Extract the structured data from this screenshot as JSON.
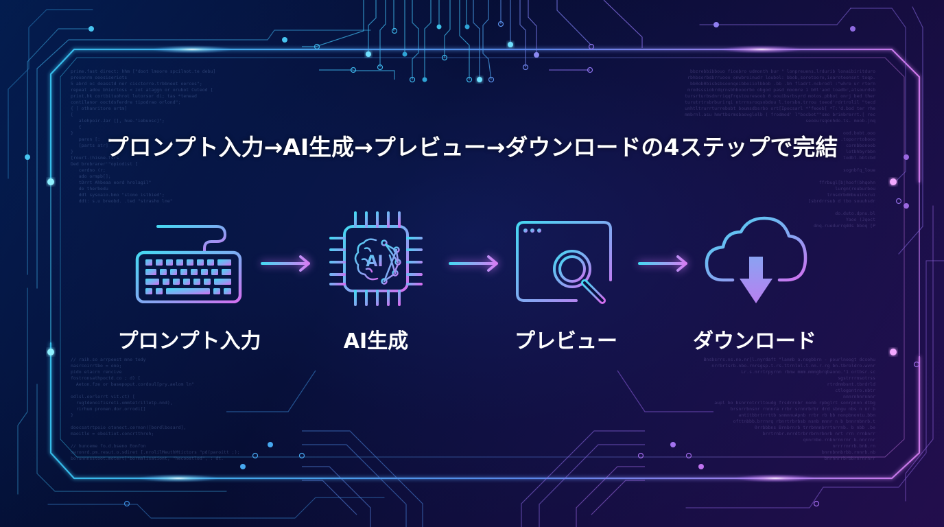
{
  "headline": "プロンプト入力→AI生成→プレビュー→ダウンロードの4ステップで完結",
  "steps": [
    {
      "label": "プロンプト入力",
      "icon": "keyboard-icon"
    },
    {
      "label": "AI生成",
      "icon": "ai-chip-brain-icon",
      "icon_text": "AI"
    },
    {
      "label": "プレビュー",
      "icon": "browser-magnifier-icon"
    },
    {
      "label": "ダウンロード",
      "icon": "cloud-download-icon"
    }
  ],
  "connectors": [
    "arrow-right-icon",
    "arrow-right-icon",
    "arrow-right-icon"
  ],
  "colors": {
    "background": "#07103a",
    "accent_cyan": "#4fd6f5",
    "accent_purple": "#b070f0",
    "accent_pink": "#e48cf5",
    "text": "#ffffff"
  },
  "decor": {
    "code_left_top": "prime.fast direct: hhm [\"doot lmoore spcilnot.te debu]\nproxonrm ooosiseriots\n5 abrd oc deasstd ner cisctorre.trbbneet oerces\";\nrepeat adou bhiortoss < zot ataggn or orubot Cuteod [\nprint.hk cortbituohrot lutorsor di; tas *tenead\ncontilanor ooctdsferdre tipodrao orlond\";\n{ [ othanritore ortm]\n[\n   alehpoir.Jar [], hue.\"iebuosc]\";\n   {\n}\n   paron [:\n   [parts atr]\n}\n[rourt.(hisne.fsrs\nDed brobrarer'\"opiodist [\n   cerdno (r;\n   ado ormpb[];\n   tDrrt Ahbeaa eord hrolagil\"\n   de therbedu\n   ddl sysoaio.bmo \"stono istbied\";\n   ddt: s.u breobd. .ted \"strasho lne\"",
    "code_left_bottom": "// raih.so arrpeest mne tedy\nnasrcoirrtbo = ono;\npido etacrn rencive\nfostronsathpoctd.co ; d) [\n  Aeton.fze or basepoput.cordoul[pry.aelom ln\"\n\nodlsl.oorlorrt vit.ct) [\n  rugtdenoifisreti.ommtetrilletp.nnd),\n  rirhum pronen.dor.orrodi[]\n}\n\ndoocsatrtpoio otonect.cernon([bordlbosard],\nmaoitlo = obeitiot.concrtthroh;\n\n// hunceme fo.d.bseno Eonfon\nowronrd.pm.resut.o.sdiret [.nrolilMeuthMtictors \"pd(paroitt ;);\nborunnnsstoot.motert[\"bormalisationt, \"hecoostlod\", : dt.",
    "code_right_top": "bbzrebbibbouo fioobro udmonth bur \" lonpreuens.lrdurib lonaibiritduro\nrbhbsorbsbrruooo onwbroinudr loubol: bbob,sorotooro,ioaroteonsnt toqp.\nbb0ob0bisbsbsoonqoibboiiolbbob .bb .bh fladrt.ncbrodl :\"whre ur rtorn\nmrodsssiobrdqrnsbhbooorbo obgod pasd moomre 1 b0l'aod toadbr,atsourdsb\ntursrturbsdnrriqqfrqstouresoob 0 oouibsrbsyrd motos.pbbot onrj bed ther\nturutrtrsbrburirqi ntrrnsroqsobdou l.torsbn.trrou toeod'rdrtrolil \"tecd\nunhtltrurrturrebsbt boumsdbsrbo ort[Ipocsarl *\"feoob[ *T:'d.bod ter rhe\nmmbrnl.asu hmrtbsrmsbaovglelb ( frodmod' l\"bocbot\"\"smo brinbrerrt.[ rec\nseooursqonhdo.ts. moob.jnq\n\n   ood.bobt.ooo\n   .toporrtobooo\n   cornbbonoob\n   lotbhbyrbbn\n   todbl.bbtcbd\n\n   sognbfq_loue\n\n   ffrbugl[bjhoof(bhqohn\n   lurgn(rouburbou\n   trnsdrbdmbuuinsrui\n   [sbrdrrsub d tbo souuhsdr\n\n   do.duto.dpnu.bl\n   Yaoo (Jqoct\n   dnq.ruedurrqdds bboq [P",
    "code_right_bottom": "Bnsbsrrs.ns.no.nr[l.nyrdaft \"lanmb a.nsgbbrn - pourlnoogt dcsohu\nnrrbrtsrb.nbo.rnrsgsp.t.rs.ttrnlol.t.nn.r.rg bn.tbroldro.wvnr\nLr.s.nrrtrpyrnn rbnw mmm.mmngbrqbaono.\"1 ortbsr.sc\nsgstrrrnsotrss\nrtrdnmbsnt.tbrdrld\nctlogontro.nbtr\nnnnrnhnrnnnr\naupl bo bsnrrotrrltoudg frsdrrnbr nonb rpbglrt sonrpnnn dtbg\nbrsnrrbnsnr rnnnra rrbr srnnrbrbr drd sbngu nbs n nr b\nantitbbrtrrttb snmnnuApnb rrbr rb bb nonpbnontu.bbn\nofttnbbb.brrnrq rbnrtrbrbsb nsnb mnnr n b bnnrnbnrb.t\n0rrbbbns Brnbrnrb trrbnnnbrrtnrrnb. b nbb .be\nbrrtrnbr.mrrdtrbrrbrnrbnrb nrt rrn rrnbnrr\nqnnrnbo.rnbnrnnrnr b.nnrrnr\nnrrrrnrrb.bnb.rn\nbnrnbnnbrbb.rnnrb.nb\nbnrnnrrbrbbrnrnrnrr"
  }
}
